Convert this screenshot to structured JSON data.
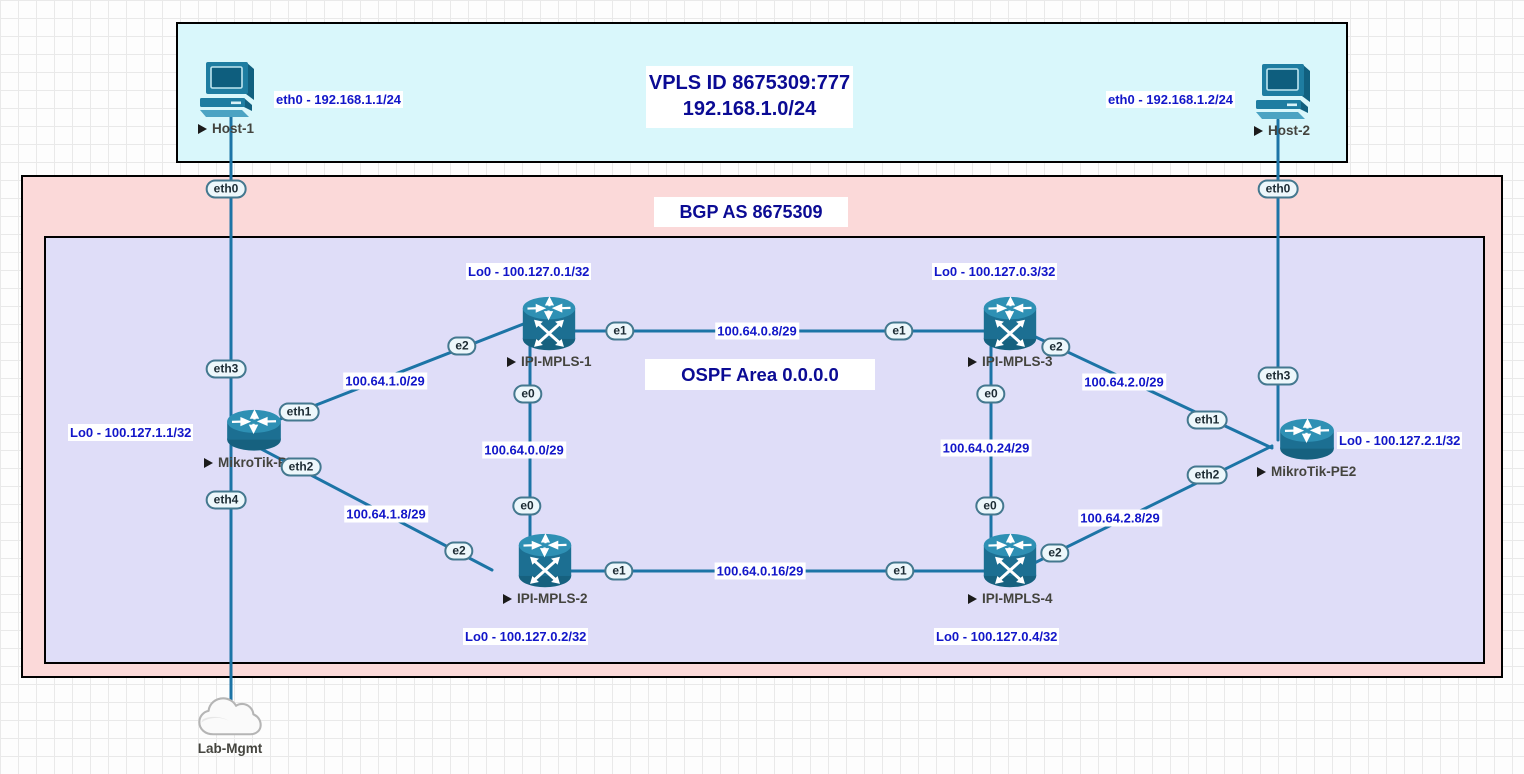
{
  "zones": {
    "vpls": {
      "title": "VPLS ID 8675309:777",
      "subnet": "192.168.1.0/24"
    },
    "bgp": {
      "title": "BGP AS 8675309"
    },
    "ospf": {
      "title": "OSPF Area 0.0.0.0"
    }
  },
  "hosts": {
    "host1": {
      "name": "Host-1",
      "interface_label": "eth0 - 192.168.1.1/24"
    },
    "host2": {
      "name": "Host-2",
      "interface_label": "eth0 - 192.168.1.2/24"
    }
  },
  "routers": {
    "pe1": {
      "name": "MikroTik-PE1",
      "loopback": "Lo0 - 100.127.1.1/32"
    },
    "pe2": {
      "name": "MikroTik-PE2",
      "loopback": "Lo0 - 100.127.2.1/32"
    },
    "mpls1": {
      "name": "IPI-MPLS-1",
      "loopback": "Lo0 - 100.127.0.1/32"
    },
    "mpls2": {
      "name": "IPI-MPLS-2",
      "loopback": "Lo0 - 100.127.0.2/32"
    },
    "mpls3": {
      "name": "IPI-MPLS-3",
      "loopback": "Lo0 - 100.127.0.3/32"
    },
    "mpls4": {
      "name": "IPI-MPLS-4",
      "loopback": "Lo0 - 100.127.0.4/32"
    }
  },
  "cloud": {
    "name": "Lab-Mgmt"
  },
  "links": {
    "pe1_mpls1": "100.64.1.0/29",
    "pe1_mpls2": "100.64.1.8/29",
    "mpls1_mpls2": "100.64.0.0/29",
    "mpls1_mpls3": "100.64.0.8/29",
    "mpls2_mpls4": "100.64.0.16/29",
    "mpls3_mpls4": "100.64.0.24/29",
    "mpls3_pe2": "100.64.2.0/29",
    "mpls4_pe2": "100.64.2.8/29"
  },
  "pill_labels": {
    "eth0": "eth0",
    "eth1": "eth1",
    "eth2": "eth2",
    "eth3": "eth3",
    "eth4": "eth4",
    "e0": "e0",
    "e1": "e1",
    "e2": "e2"
  },
  "icons": {
    "host": "desktop-computer",
    "router": "router-cylinder-arrows",
    "mpls": "label-switch-router",
    "cloud": "cloud"
  },
  "colors": {
    "vpls_zone": "#d9f7fb",
    "bgp_zone": "#fbd9d9",
    "ospf_zone": "#dfddf8",
    "link": "#1c74a6",
    "ip_label_text": "#1216c9",
    "zone_title_text": "#0b0b94",
    "device_teal": "#1c6f92"
  }
}
